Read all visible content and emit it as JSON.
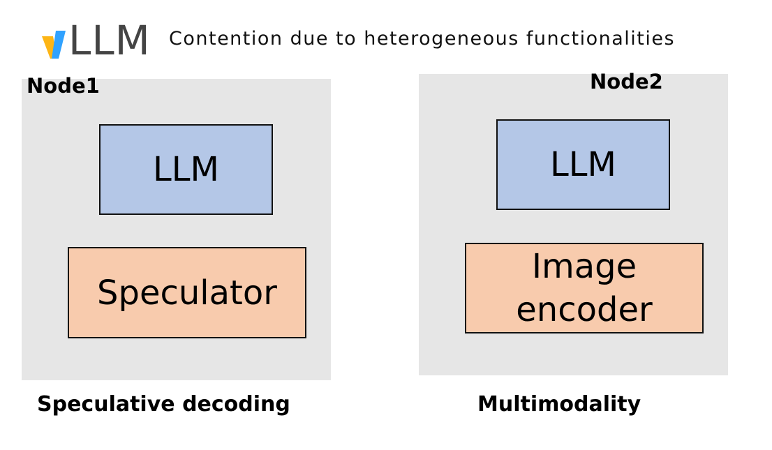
{
  "header": {
    "logo_text": "LLM",
    "logo_mark_colors": {
      "left": "#fdb515",
      "right": "#30a2ff"
    },
    "title": "Contention due to heterogeneous functionalities"
  },
  "nodes": [
    {
      "label": "Node1",
      "components": {
        "llm": "LLM",
        "module": "Speculator"
      },
      "caption": "Speculative decoding"
    },
    {
      "label": "Node2",
      "components": {
        "llm": "LLM",
        "module": "Image\nencoder"
      },
      "caption": "Multimodality"
    }
  ],
  "colors": {
    "panel": "#e6e6e6",
    "llm_box": "#b4c7e7",
    "module_box": "#f8cbad"
  }
}
